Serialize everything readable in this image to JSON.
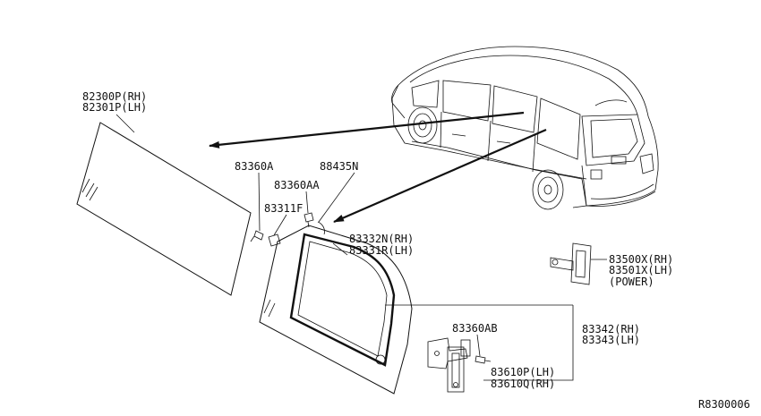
{
  "labels": {
    "p82300": "82300P(RH)",
    "p82301": "82301P(LH)",
    "p83360A": "83360A",
    "p88435N": "88435N",
    "p83360AA": "83360AA",
    "p83311F": "83311F",
    "p83332N": "83332N(RH)",
    "p83331R": "83331R(LH)",
    "p83500X": "83500X(RH)",
    "p83501X": "83501X(LH)",
    "power": "(POWER)",
    "p83342": "83342(RH)",
    "p83343": "83343(LH)",
    "p83360AB": "83360AB",
    "p83610P": "83610P(LH)",
    "p83610Q": "83610Q(RH)",
    "ref": "R8300006"
  }
}
